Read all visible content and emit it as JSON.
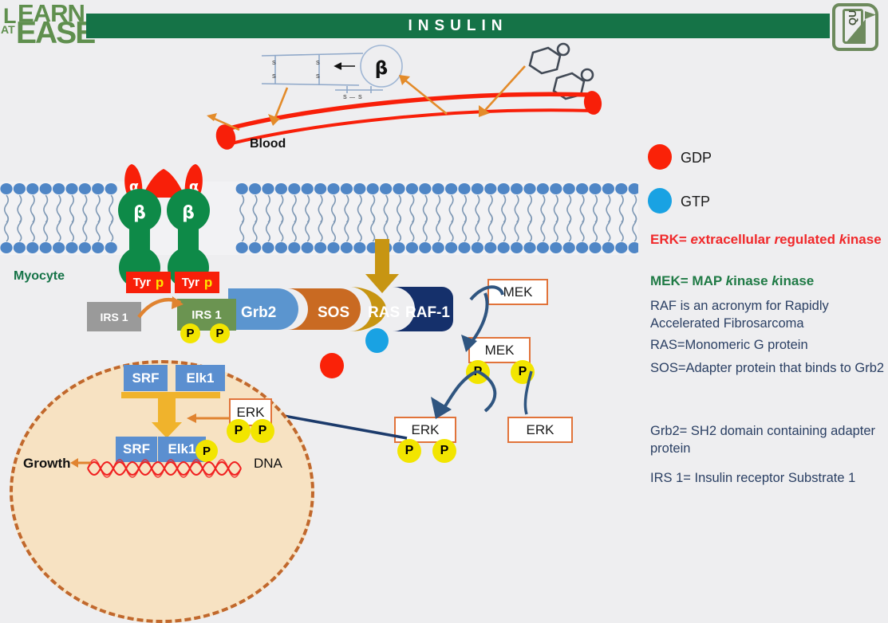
{
  "header": {
    "title": "INSULIN",
    "banner_color": "#157347"
  },
  "brand": {
    "word_l": "L",
    "word_at": "AT",
    "word_earn": "EARN",
    "word_ease": "EASE",
    "color": "#5f8f4e"
  },
  "badge": {
    "text": "QU"
  },
  "vessel": {
    "label": "Blood",
    "color": "#f81f09",
    "insulin_beta_label": "β",
    "disulfide_labels": [
      "S",
      "S",
      "S",
      "S",
      "S",
      "S",
      "S",
      "S"
    ]
  },
  "membrane": {
    "cell_label": "Myocyte",
    "cell_label_color": "#157347",
    "head_color": "#4f86c6",
    "tail_color": "#7f99b5"
  },
  "receptor": {
    "alpha_left": "α",
    "alpha_right": "α",
    "beta_left": "β",
    "beta_right": "β",
    "alpha_color": "#f81f09",
    "beta_color": "#0e8a48",
    "tyr_boxes": [
      {
        "tyr": "Tyr",
        "p": "p"
      },
      {
        "tyr": "Tyr",
        "p": "p"
      }
    ]
  },
  "cascade": {
    "irs1_inactive": "IRS 1",
    "irs1_active": "IRS 1",
    "grb2": "Grb2",
    "sos": "SOS",
    "ras": "RAS",
    "raf1": "RAF-1",
    "grb2_color": "#5b95cf",
    "sos_color": "#c96a22",
    "ras_color": "#c79512",
    "raf1_color": "#15306b",
    "irs_phosphates": [
      "P",
      "P"
    ],
    "gdp_dot": "GDP",
    "gtp_dot": "GTP"
  },
  "kinases": {
    "mek_inactive": "MEK",
    "mek_active": "MEK",
    "mek_phosphates": [
      "P",
      "P"
    ],
    "erk_inactive": "ERK",
    "erk_active": "ERK",
    "erk_phosphates": [
      "P",
      "P"
    ],
    "erk_nuclear": "ERK",
    "erk_nuclear_phosphates": [
      "P",
      "P"
    ],
    "box_border_color": "#e1733a"
  },
  "nucleus": {
    "srf_top": "SRF",
    "elk1_top": "Elk1",
    "srf_bottom": "SRF",
    "elk1_bottom": "Elk1",
    "elk1_phosphate": "P",
    "growth_label": "Growth",
    "dna_label": "DNA",
    "fill_color": "#f7e2c2",
    "border_color": "#c1682c",
    "box_color": "#5b8fd0"
  },
  "legend": {
    "gdp_label": "GDP",
    "gdp_color": "#fa2208",
    "gtp_label": "GTP",
    "gtp_color": "#19a2e3"
  },
  "definitions": {
    "erk_prefix": "ERK= ",
    "erk_e": "e",
    "erk_rest1": "xtracellular ",
    "erk_r": "r",
    "erk_rest2": "egulated ",
    "erk_k": "k",
    "erk_rest3": "inase",
    "mek_prefix": "MEK= MAP ",
    "mek_k1": "k",
    "mek_rest1": "inase ",
    "mek_k2": "k",
    "mek_rest2": "inase",
    "erk_color": "#f0282a",
    "mek_color": "#1f7a45"
  },
  "notes": [
    "RAF is an acronym for Rapidly Accelerated Fibrosarcoma",
    "RAS=Monomeric G protein",
    "SOS=Adapter protein that binds to Grb2",
    "Grb2= SH2 domain containing adapter protein",
    "IRS 1= Insulin receptor Substrate 1"
  ]
}
